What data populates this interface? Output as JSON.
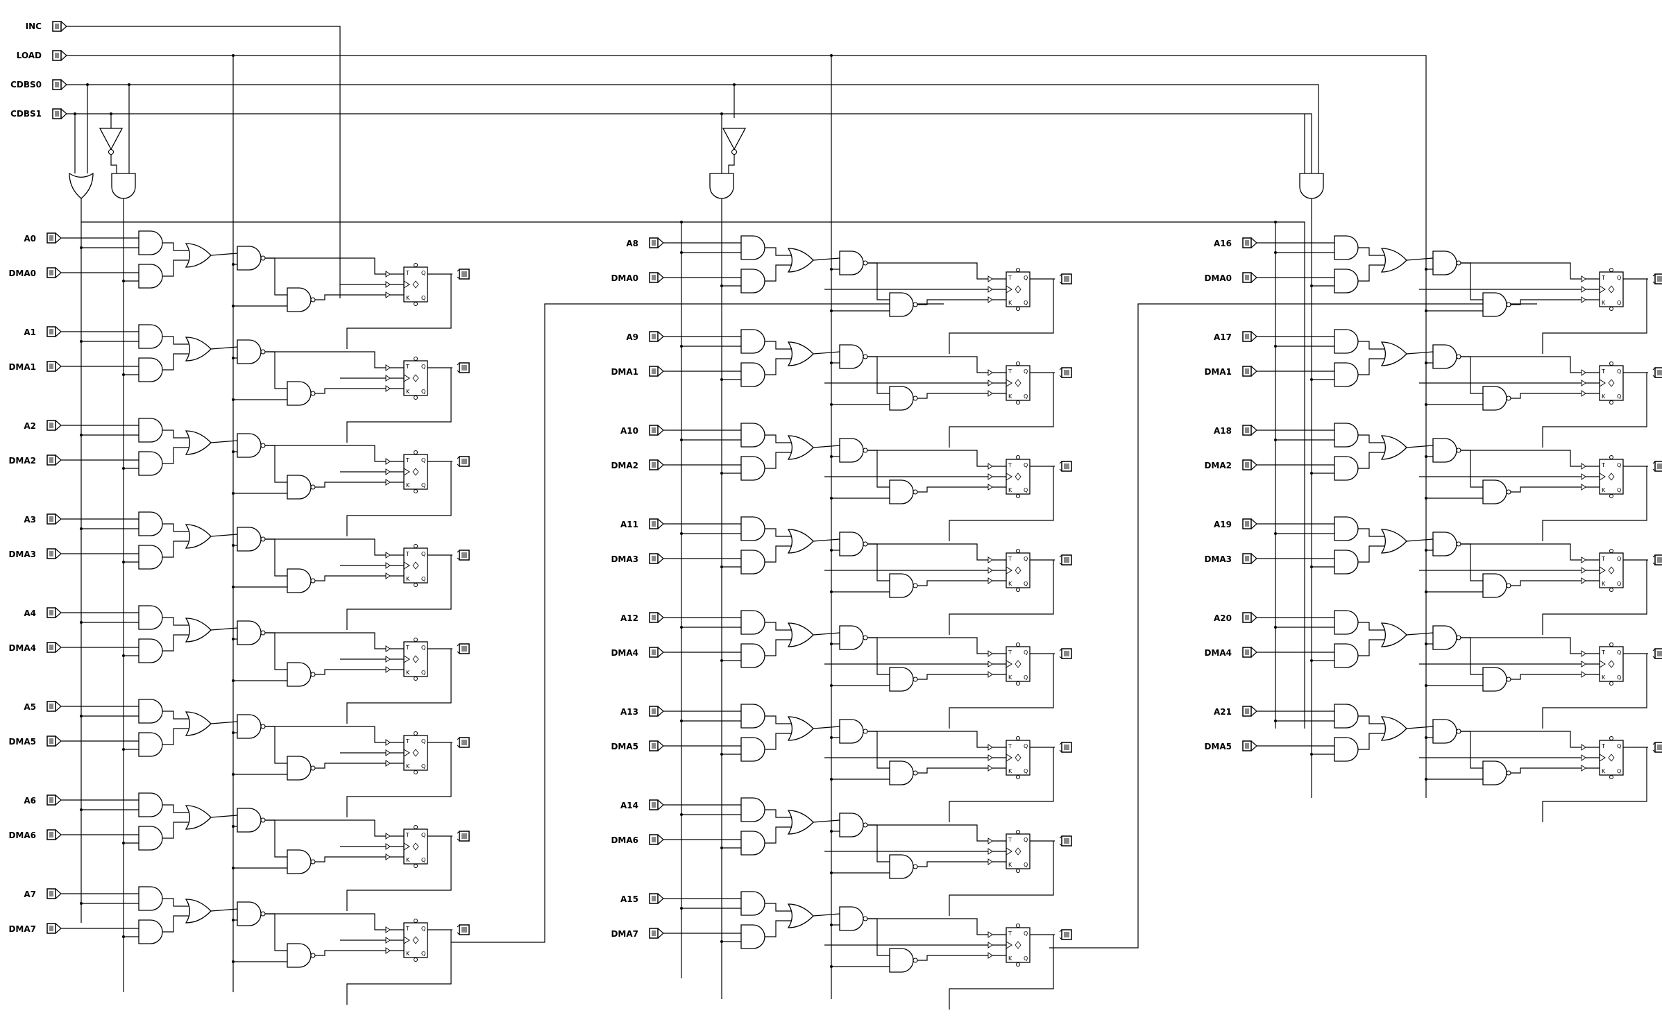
{
  "control_inputs": [
    {
      "id": "inc",
      "label": "INC"
    },
    {
      "id": "load",
      "label": "LOAD"
    },
    {
      "id": "cdbs0",
      "label": "CDBS0"
    },
    {
      "id": "cdbs1",
      "label": "CDBS1"
    }
  ],
  "blocks": [
    {
      "id": "block-0",
      "bits": [
        {
          "a": "A0",
          "dma": "DMA0"
        },
        {
          "a": "A1",
          "dma": "DMA1"
        },
        {
          "a": "A2",
          "dma": "DMA2"
        },
        {
          "a": "A3",
          "dma": "DMA3"
        },
        {
          "a": "A4",
          "dma": "DMA4"
        },
        {
          "a": "A5",
          "dma": "DMA5"
        },
        {
          "a": "A6",
          "dma": "DMA6"
        },
        {
          "a": "A7",
          "dma": "DMA7"
        }
      ]
    },
    {
      "id": "block-1",
      "bits": [
        {
          "a": "A8",
          "dma": "DMA0"
        },
        {
          "a": "A9",
          "dma": "DMA1"
        },
        {
          "a": "A10",
          "dma": "DMA2"
        },
        {
          "a": "A11",
          "dma": "DMA3"
        },
        {
          "a": "A12",
          "dma": "DMA4"
        },
        {
          "a": "A13",
          "dma": "DMA5"
        },
        {
          "a": "A14",
          "dma": "DMA6"
        },
        {
          "a": "A15",
          "dma": "DMA7"
        }
      ]
    },
    {
      "id": "block-2",
      "bits": [
        {
          "a": "A16",
          "dma": "DMA0"
        },
        {
          "a": "A17",
          "dma": "DMA1"
        },
        {
          "a": "A18",
          "dma": "DMA2"
        },
        {
          "a": "A19",
          "dma": "DMA3"
        },
        {
          "a": "A20",
          "dma": "DMA4"
        },
        {
          "a": "A21",
          "dma": "DMA5"
        }
      ]
    }
  ],
  "flipflop": {
    "t": "T",
    "k": "K",
    "q": "Q",
    "qn": "Q"
  },
  "colors": {
    "wire": "#000000",
    "pin_fill": "#888888",
    "background": "#ffffff"
  }
}
